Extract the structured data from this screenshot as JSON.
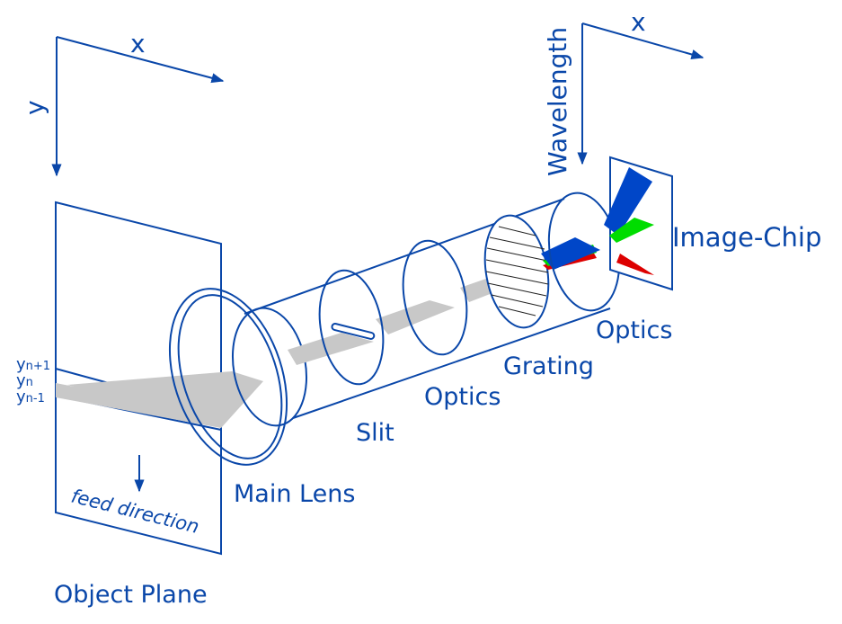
{
  "diagram": {
    "colors": {
      "line": "#0a47a9",
      "beam": "#c8c8c8",
      "blue": "#0046c8",
      "green": "#00dd00",
      "red": "#dd0000",
      "text": "#0a47a9"
    },
    "axes_left": {
      "x_label": "x",
      "y_label": "y"
    },
    "axes_right": {
      "x_label": "x",
      "wavelength_label": "Wavelength"
    },
    "object_plane": {
      "title": "Object Plane",
      "feed_direction": "feed direction",
      "rows": {
        "base": "y",
        "upper_sub": "n+1",
        "mid_sub": "n",
        "lower_sub": "n-1"
      }
    },
    "components": {
      "main_lens": "Main Lens",
      "slit": "Slit",
      "optics_1": "Optics",
      "grating": "Grating",
      "optics_2": "Optics",
      "image_chip": "Image-Chip"
    }
  }
}
